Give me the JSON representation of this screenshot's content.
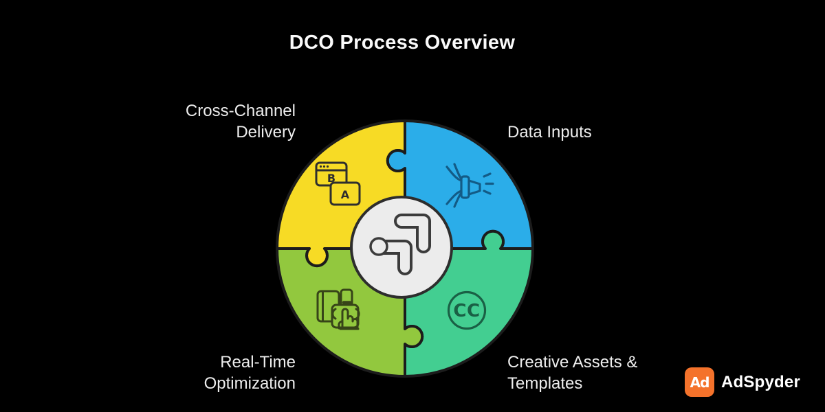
{
  "title": "DCO Process Overview",
  "diagram": {
    "type": "puzzle-cycle",
    "center_fill": "#ECECEC",
    "outline_color": "#1C1C1C",
    "center_glyph": "flow-arrow",
    "segments": [
      {
        "name": "Cross-Channel Delivery",
        "label_lines": [
          "Cross-Channel",
          "Delivery"
        ],
        "position": "top-left",
        "color": "#F7DB25",
        "icon": "ab-testing-icon",
        "icon_color": "#2E2E2E",
        "icon_letters": {
          "primary": "B",
          "secondary": "A"
        }
      },
      {
        "name": "Data Inputs",
        "label_lines": [
          "Data Inputs"
        ],
        "position": "top-right",
        "color": "#2BADE9",
        "icon": "data-stream-nozzle-icon",
        "icon_color": "#135B86"
      },
      {
        "name": "Creative Assets & Templates",
        "label_lines": [
          "Creative Assets &",
          "Templates"
        ],
        "position": "bottom-right",
        "color": "#43CE91",
        "icon": "creative-commons-icon",
        "icon_color": "#1A6045",
        "icon_letters": {
          "primary": "CC"
        }
      },
      {
        "name": "Real-Time Optimization",
        "label_lines": [
          "Real-Time",
          "Optimization"
        ],
        "position": "bottom-left",
        "color": "#92C83E",
        "icon": "device-tap-icon",
        "icon_color": "#374418"
      }
    ]
  },
  "brand": {
    "name": "AdSpyder",
    "monogram": "Ad",
    "color": "#F4722B"
  }
}
